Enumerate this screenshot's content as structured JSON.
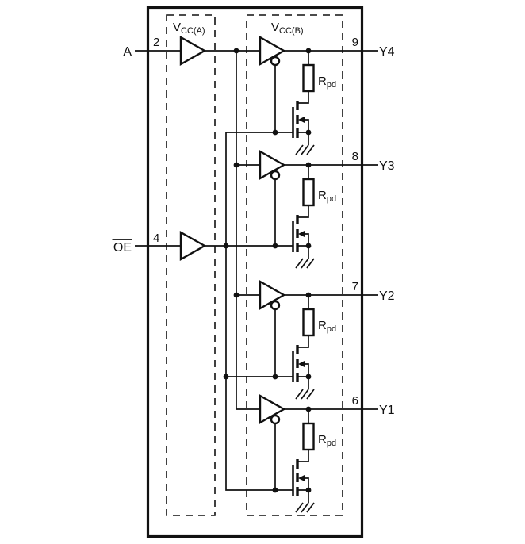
{
  "diagram_title": "quad-buffer-functional-diagram",
  "power_domains": {
    "a": {
      "base": "V",
      "sub": "CC(A)"
    },
    "b": {
      "base": "V",
      "sub": "CC(B)"
    }
  },
  "inputs": {
    "a": {
      "label": "A",
      "pin": "2"
    },
    "oe": {
      "label": "OE",
      "pin": "4",
      "overline": true
    }
  },
  "outputs": [
    {
      "label": "Y4",
      "pin": "9"
    },
    {
      "label": "Y3",
      "pin": "8"
    },
    {
      "label": "Y2",
      "pin": "7"
    },
    {
      "label": "Y1",
      "pin": "6"
    }
  ],
  "resistor": {
    "base": "R",
    "sub": "pd"
  },
  "colors": {
    "line": "#111111",
    "background": "#ffffff"
  }
}
